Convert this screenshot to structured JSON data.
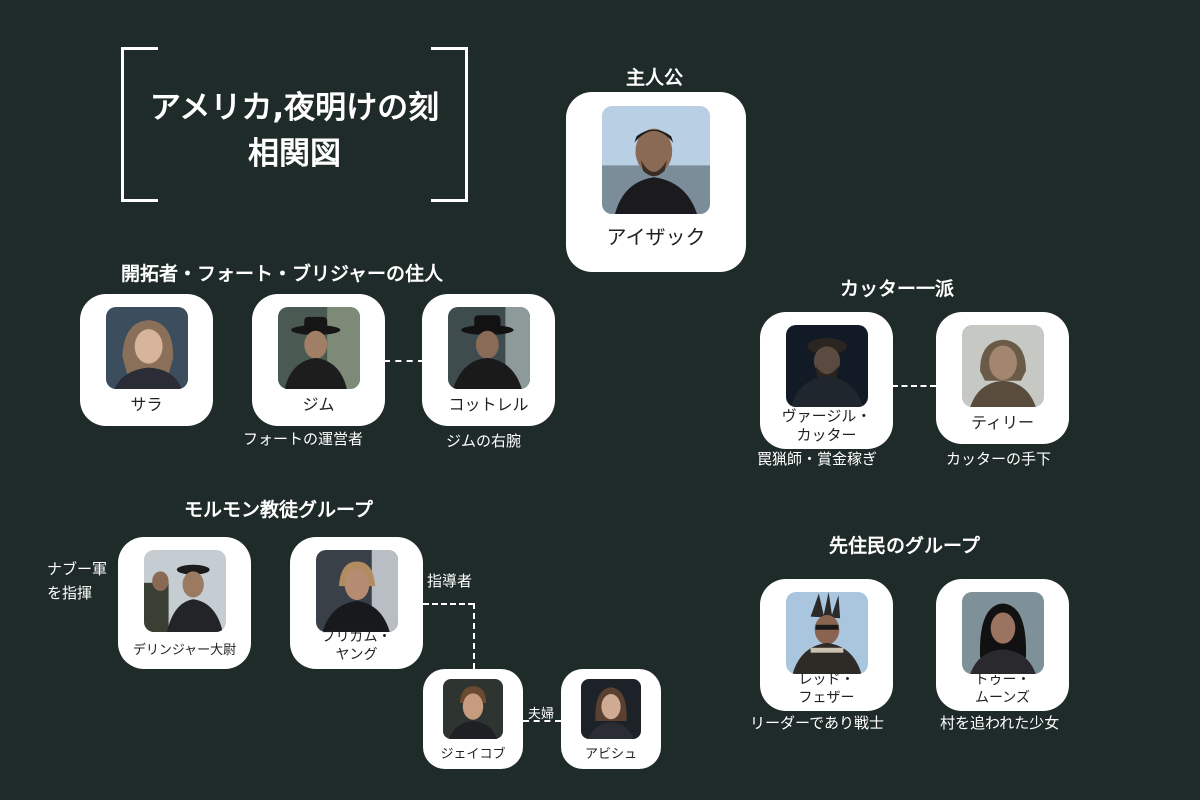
{
  "title": {
    "line1": "アメリカ,夜明けの刻",
    "line2": "相関図"
  },
  "groups": {
    "protagonist": "主人公",
    "settlers": "開拓者・フォート・ブリジャーの住人",
    "cutter": "カッター一派",
    "mormon": "モルモン教徒グループ",
    "natives": "先住民のグループ"
  },
  "characters": {
    "isaac": {
      "name": "アイザック"
    },
    "sara": {
      "name": "サラ"
    },
    "jim": {
      "name": "ジム",
      "role": "フォートの運営者"
    },
    "cotrell": {
      "name": "コットレル",
      "role": "ジムの右腕"
    },
    "virgil": {
      "name1": "ヴァージル・",
      "name2": "カッター",
      "role": "罠猟師・賞金稼ぎ"
    },
    "tilly": {
      "name": "ティリー",
      "role": "カッターの手下"
    },
    "dellinger": {
      "name": "デリンジャー大尉",
      "side_line1": "ナブー軍",
      "side_line2": "を指揮"
    },
    "brigham": {
      "name1": "ブリガム・",
      "name2": "ヤング",
      "side": "指導者"
    },
    "jacob": {
      "name": "ジェイコブ"
    },
    "abish": {
      "name": "アビシュ"
    },
    "redfeather": {
      "name1": "レッド・",
      "name2": "フェザー",
      "role": "リーダーであり戦士"
    },
    "twomoons": {
      "name1": "トゥー・",
      "name2": "ムーンズ",
      "role": "村を追われた少女"
    }
  },
  "relations": {
    "couple": "夫婦"
  },
  "icons": [
    "isaac-portrait-icon",
    "sara-portrait-icon",
    "jim-portrait-icon",
    "cotrell-portrait-icon",
    "virgil-portrait-icon",
    "tilly-portrait-icon",
    "dellinger-portrait-icon",
    "brigham-portrait-icon",
    "jacob-portrait-icon",
    "abish-portrait-icon",
    "redfeather-portrait-icon",
    "twomoons-portrait-icon"
  ],
  "colors": {
    "background": "#1f2b29",
    "card": "#ffffff",
    "text": "#ffffff"
  }
}
